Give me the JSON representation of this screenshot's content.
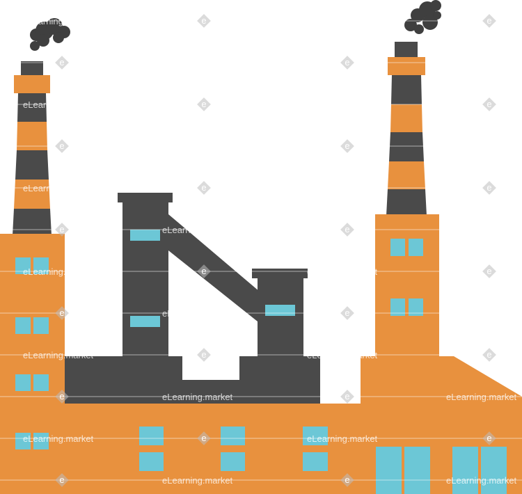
{
  "illustration": {
    "subject": "factory-illustration",
    "colors": {
      "orange": "#E8913E",
      "dark": "#4A4A4A",
      "window": "#6CC7D6",
      "smoke": "#3F3F3F",
      "watermark": "#bdbdbd"
    }
  },
  "watermark": {
    "label": "eLearning.market",
    "mark": "e"
  }
}
